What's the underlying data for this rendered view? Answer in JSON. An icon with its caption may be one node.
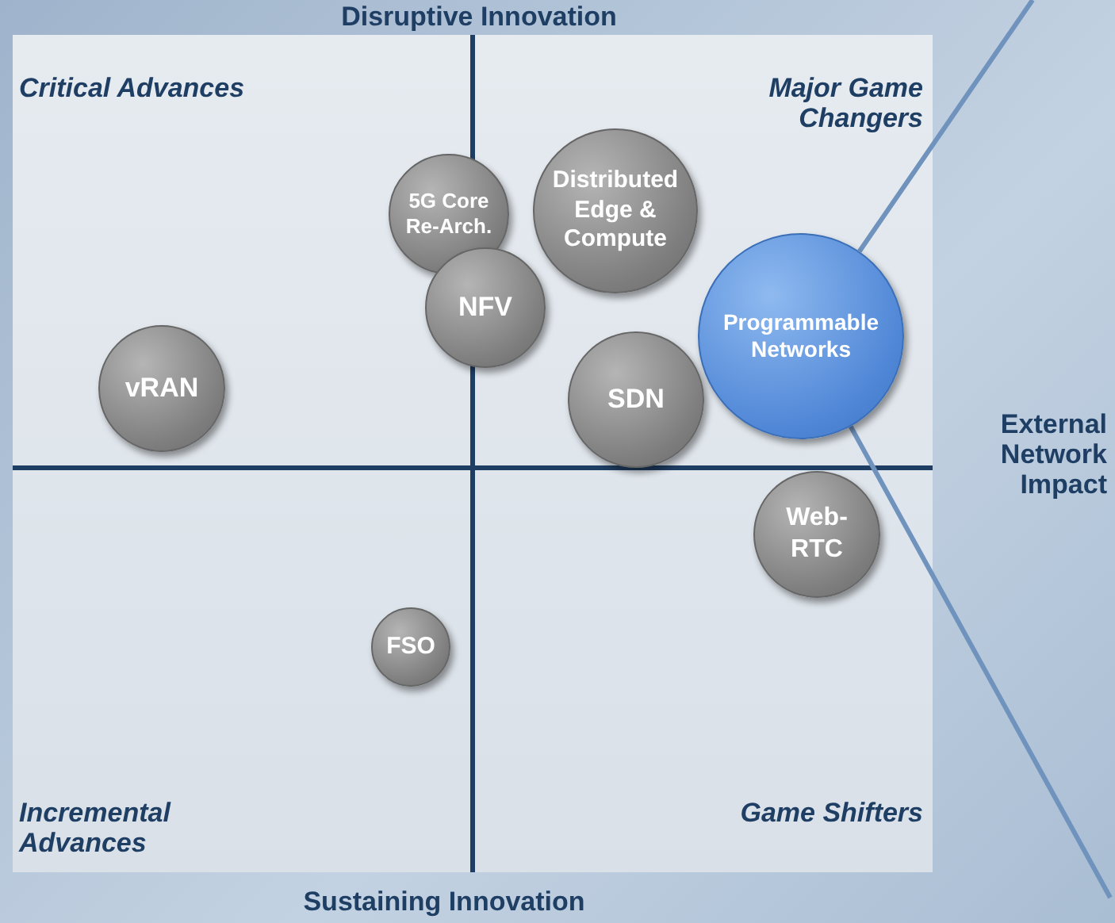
{
  "diagram": {
    "nodes": [
      {
        "text": [
          "Distributed Edge & Compute"
        ]
      },
      {
        "text": [
          "5G Core Re-Arch."
        ]
      },
      {
        "text": [
          "NFV"
        ]
      },
      {
        "text": [
          "Programmable Networks"
        ]
      },
      {
        "text": [
          "vRAN"
        ]
      },
      {
        "text": [
          "SDN"
        ]
      },
      {
        "text": [
          "Web-RTC"
        ]
      },
      {
        "text": [
          "FSO"
        ]
      }
    ],
    "edges": [
      {
        "from": 3,
        "to": null,
        "arrow": "none"
      },
      {
        "from": 3,
        "to": null,
        "arrow": "none"
      }
    ],
    "labels": [
      "Disruptive Innovation",
      "Critical Advances",
      "Major Game Changers",
      "External Network Impact",
      "Incremental Advances",
      "Game Shifters",
      "Sustaining Innovation"
    ]
  }
}
